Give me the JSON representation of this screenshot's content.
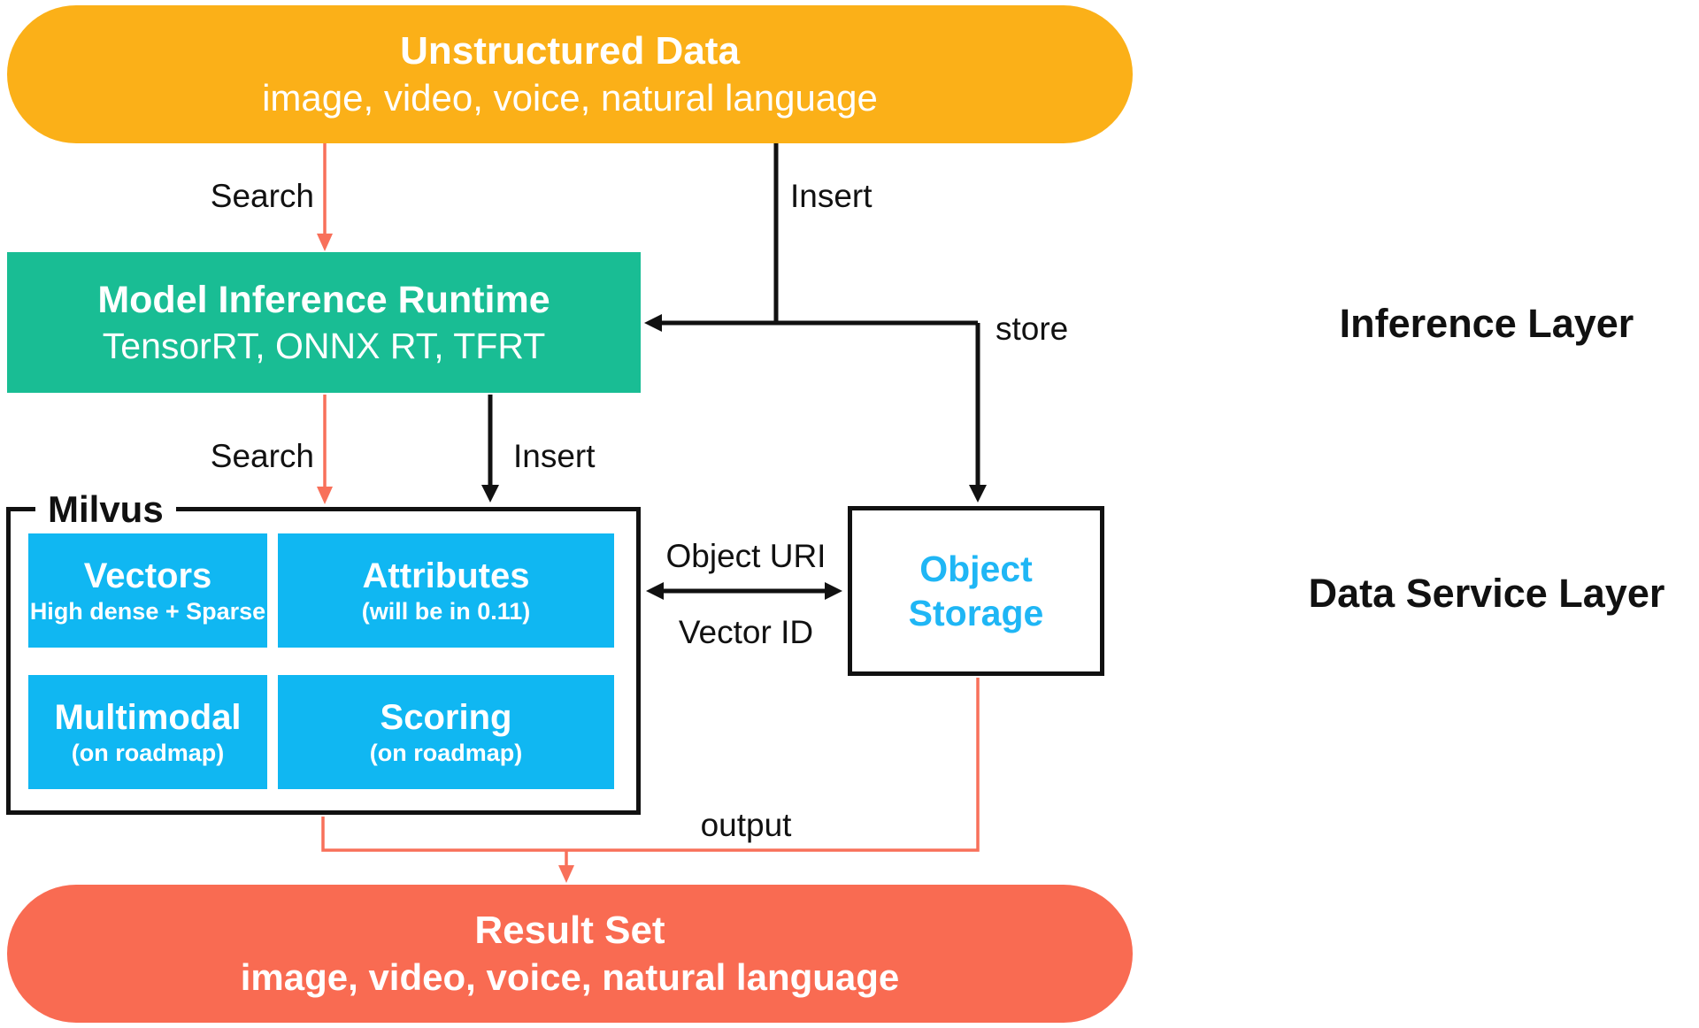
{
  "nodes": {
    "unstructured": {
      "title": "Unstructured Data",
      "subtitle": "image, video, voice, natural language",
      "color": "#FBB018"
    },
    "inference_runtime": {
      "title": "Model Inference Runtime",
      "subtitle": "TensorRT, ONNX RT, TFRT",
      "color": "#19BD94"
    },
    "milvus": {
      "title": "Milvus",
      "cell_color": "#10B7F2",
      "cells": [
        {
          "title": "Vectors",
          "subtitle": "High dense + Sparse"
        },
        {
          "title": "Attributes",
          "subtitle": "(will be in 0.11)"
        },
        {
          "title": "Multimodal",
          "subtitle": "(on roadmap)"
        },
        {
          "title": "Scoring",
          "subtitle": "(on roadmap)"
        }
      ]
    },
    "object_storage": {
      "title": "Object Storage",
      "text_color": "#1FB6F5"
    },
    "result_set": {
      "title": "Result Set",
      "subtitle": "image, video, voice, natural language",
      "color": "#F96B52"
    }
  },
  "edge_labels": {
    "search_top": "Search",
    "insert_top": "Insert",
    "store": "store",
    "search_mid": "Search",
    "insert_mid": "Insert",
    "object_uri": "Object URI",
    "vector_id": "Vector ID",
    "output": "output"
  },
  "layer_labels": {
    "inference": "Inference Layer",
    "data_service": "Data Service Layer"
  },
  "colors": {
    "black_wire": "#111111",
    "red_wire": "#F8705A"
  }
}
